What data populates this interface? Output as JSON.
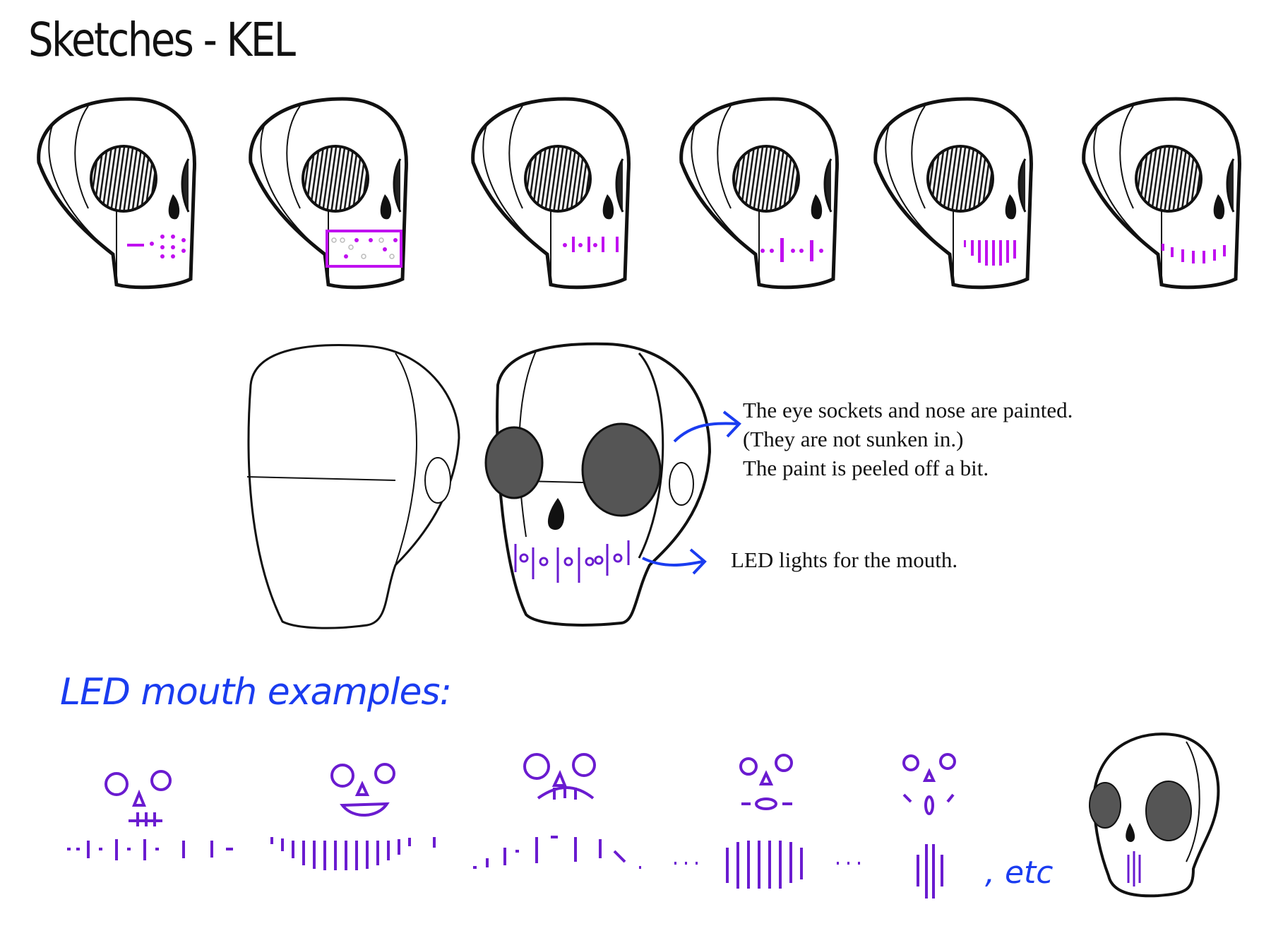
{
  "title": "Sketches - KEL",
  "annotations": {
    "painted_lines": [
      "The eye sockets and nose are painted.",
      "(They are not sunken in.)",
      "The paint is peeled off a bit."
    ],
    "led": "LED lights for the mouth."
  },
  "mouth_section": {
    "title": "LED mouth examples:",
    "etc": ", etc"
  },
  "colors": {
    "ink": "#111111",
    "led_magenta": "#c010f0",
    "led_purple": "#6a1bd0",
    "annotation_blue": "#1a3cf0"
  }
}
